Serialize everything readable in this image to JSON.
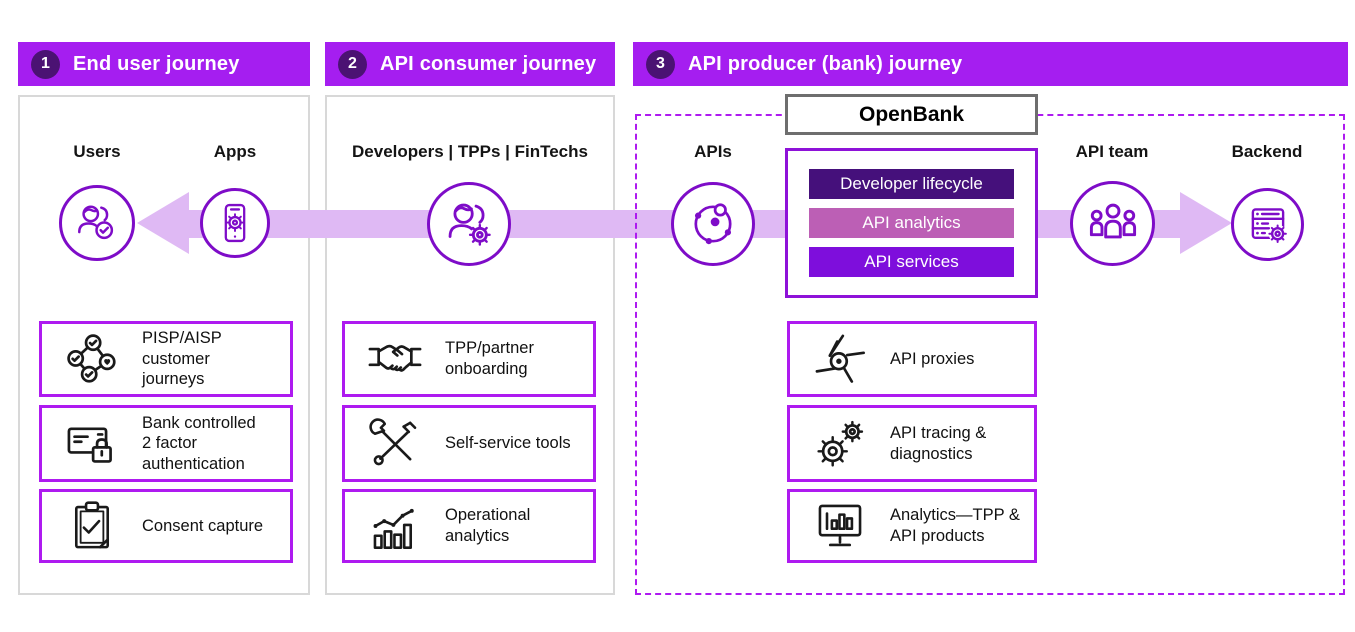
{
  "colors": {
    "header_bar": "#A51EF0",
    "number_badge": "#4B1273",
    "box_border": "#AE1AF0",
    "dashed_border": "#AE1AF0",
    "icon_stroke": "#7E0CC8",
    "flow_band": "#DFB9F4",
    "openbank_border": "#6E6E6E",
    "panel_border": "#D8D8D8"
  },
  "sections": [
    {
      "number": "1",
      "title": "End user journey",
      "entities": [
        {
          "label": "Users",
          "icon": "user-check-icon"
        },
        {
          "label": "Apps",
          "icon": "phone-gear-icon"
        }
      ],
      "boxes": [
        {
          "icon": "network-check-icon",
          "text": "PISP/AISP\ncustomer\njourneys"
        },
        {
          "icon": "card-lock-icon",
          "text": "Bank controlled\n2 factor\nauthentication"
        },
        {
          "icon": "clipboard-check-icon",
          "text": "Consent capture"
        }
      ]
    },
    {
      "number": "2",
      "title": "API consumer journey",
      "entities": [
        {
          "label": "Developers | TPPs | FinTechs",
          "icon": "person-gear-icon"
        }
      ],
      "boxes": [
        {
          "icon": "handshake-icon",
          "text": "TPP/partner\nonboarding"
        },
        {
          "icon": "tools-icon",
          "text": "Self-service tools"
        },
        {
          "icon": "chart-icon",
          "text": "Operational\nanalytics"
        }
      ]
    },
    {
      "number": "3",
      "title": "API producer (bank) journey",
      "openbank": {
        "title": "OpenBank",
        "layers": [
          {
            "label": "Developer lifecycle",
            "color": "#45107B"
          },
          {
            "label": "API analytics",
            "color": "#BC5FB5"
          },
          {
            "label": "API services",
            "color": "#7E0EDC"
          }
        ]
      },
      "entities": [
        {
          "label": "APIs",
          "icon": "api-network-icon"
        },
        {
          "label": "API team",
          "icon": "team-icon"
        },
        {
          "label": "Backend",
          "icon": "server-gear-icon"
        }
      ],
      "boxes": [
        {
          "icon": "aperture-icon",
          "text": "API proxies"
        },
        {
          "icon": "gears-icon",
          "text": "API tracing &\ndiagnostics"
        },
        {
          "icon": "monitor-chart-icon",
          "text": "Analytics—TPP &\nAPI products"
        }
      ]
    }
  ]
}
